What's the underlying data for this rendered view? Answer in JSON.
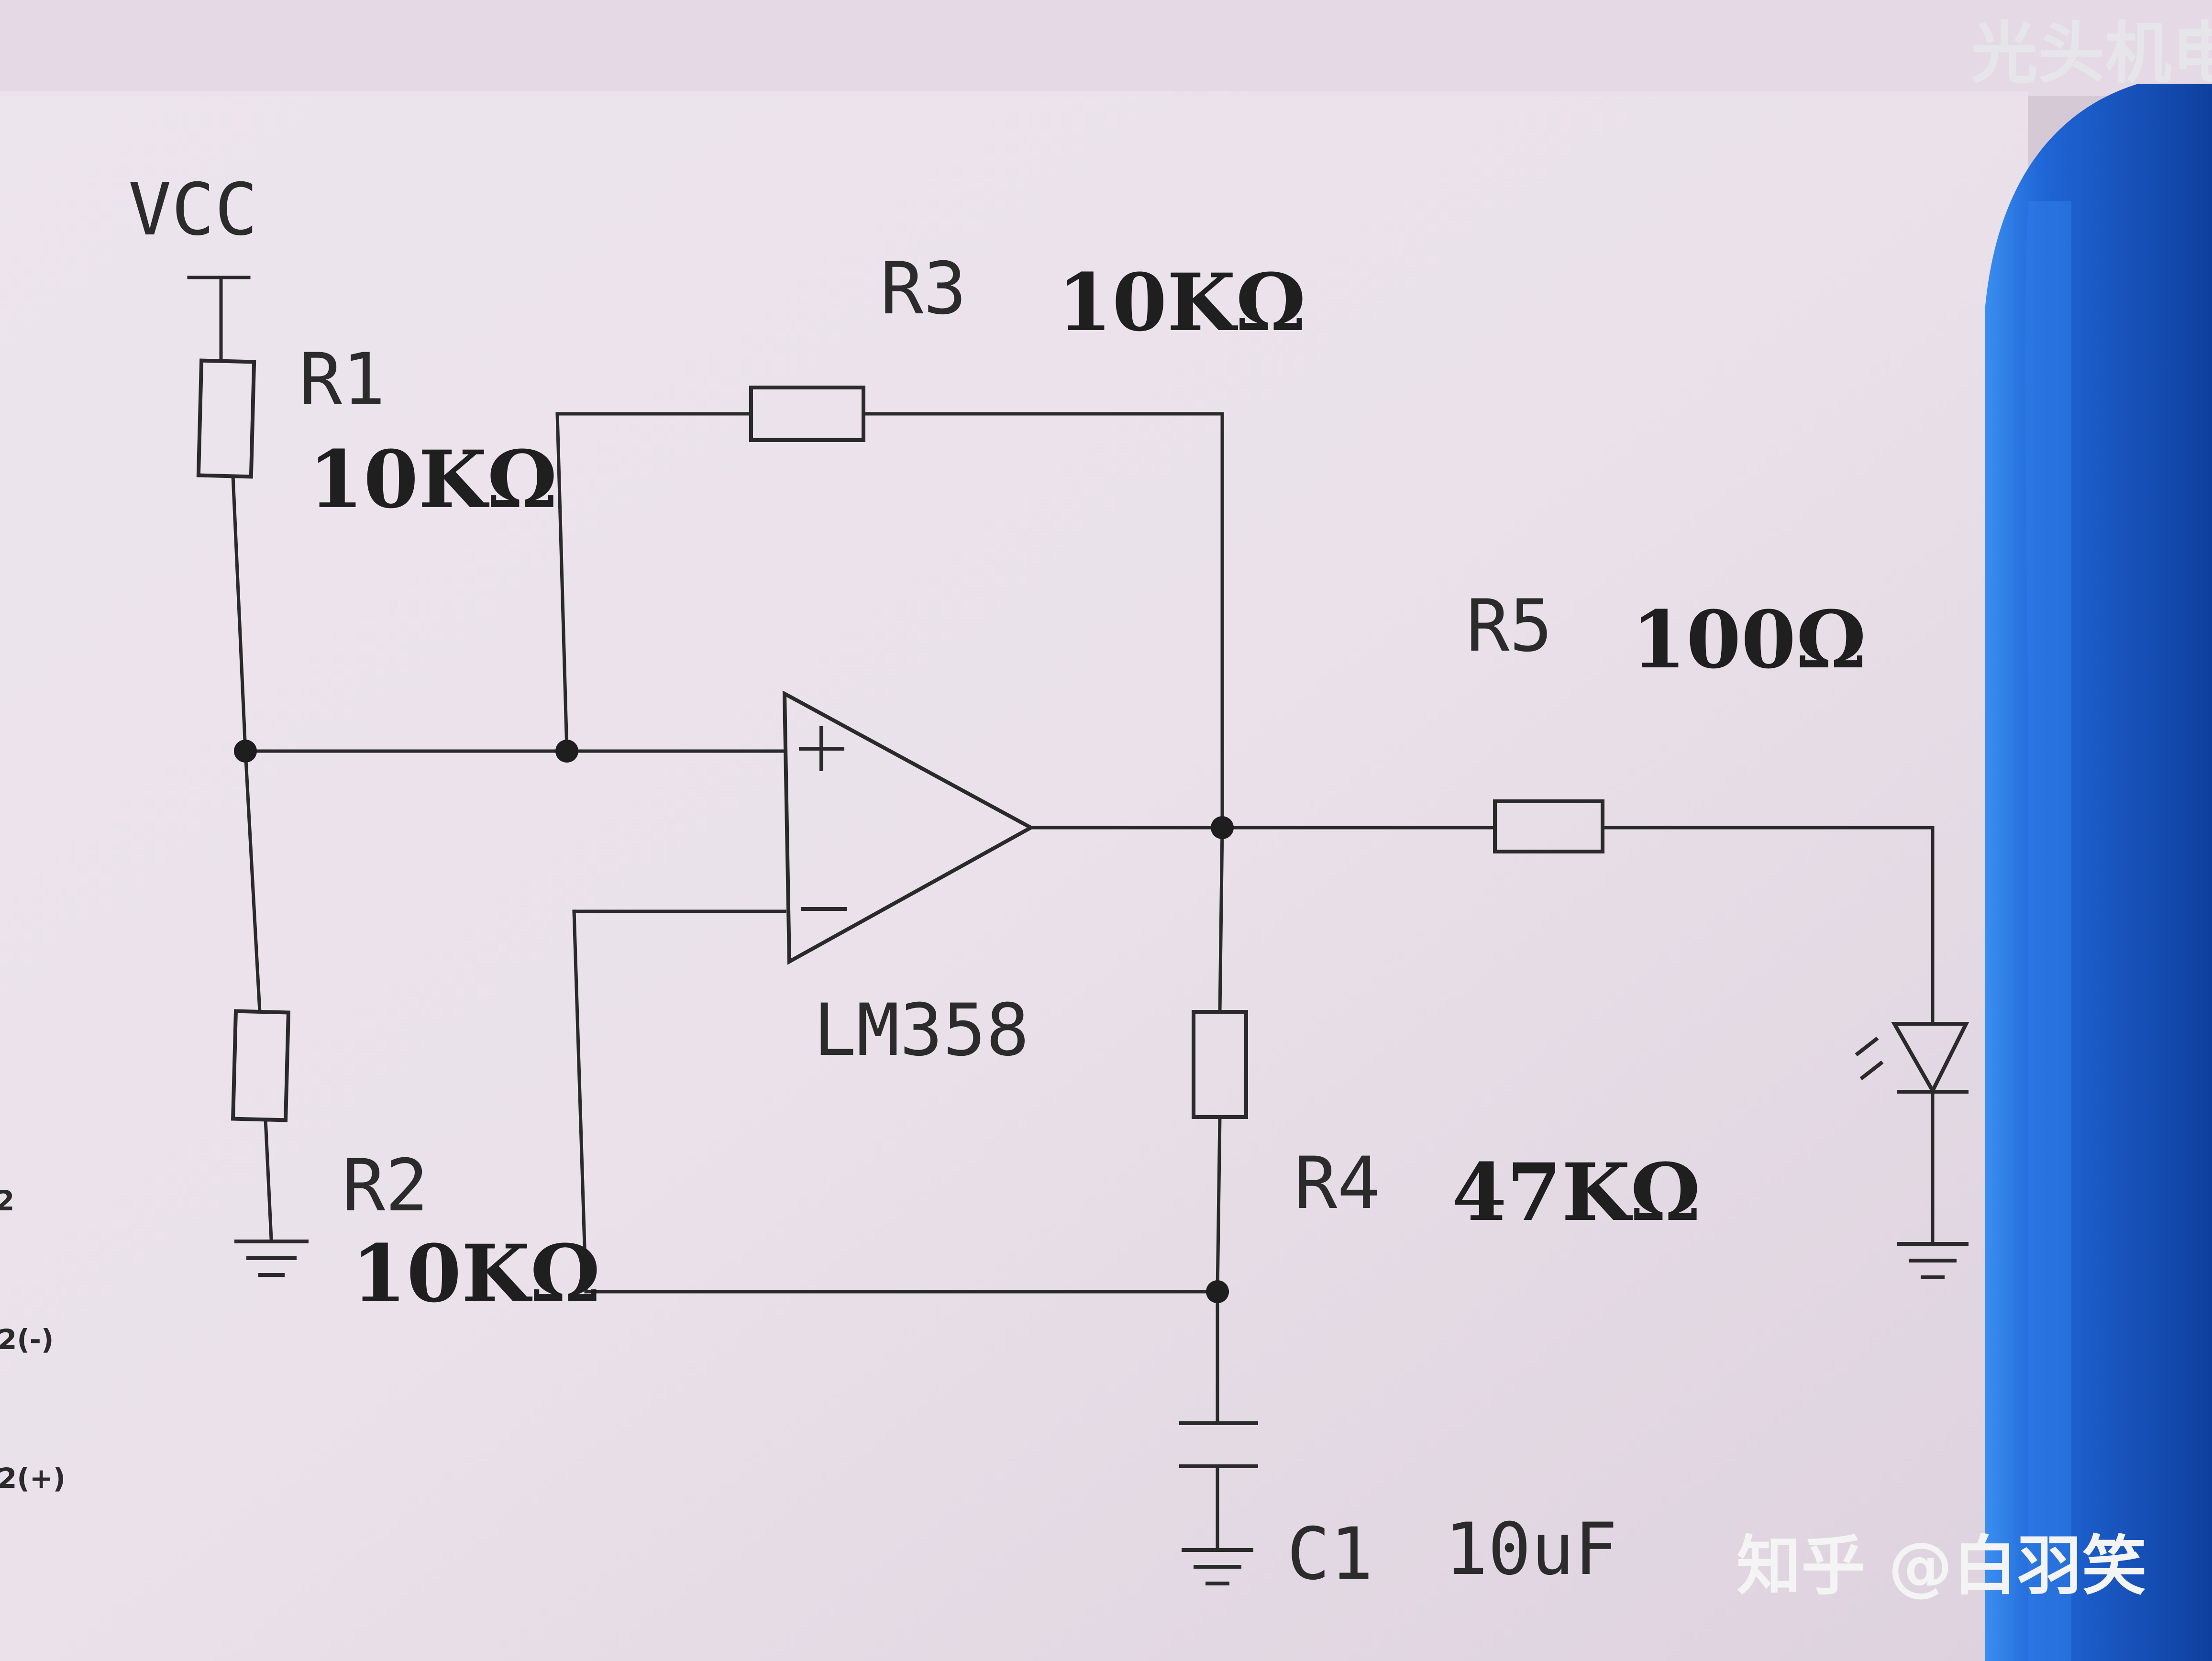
{
  "watermark": {
    "top_right": "光头机电",
    "bottom_right": "知乎 @白羽笑"
  },
  "side_labels": [
    "2",
    "2(-)",
    "2(+)"
  ],
  "power": {
    "label": "VCC"
  },
  "opamp": {
    "label": "LM358",
    "plus": "+",
    "minus": "−"
  },
  "components": {
    "r1": {
      "name": "R1",
      "value": "10KΩ"
    },
    "r2": {
      "name": "R2",
      "value": "10KΩ"
    },
    "r3": {
      "name": "R3",
      "value": "10KΩ"
    },
    "r4": {
      "name": "R4",
      "value": "47KΩ"
    },
    "r5": {
      "name": "R5",
      "value": "100Ω"
    },
    "c1": {
      "name": "C1",
      "value": "10uF"
    }
  },
  "colors": {
    "paper": "#ece4ec",
    "ink": "#2a2a2a",
    "device_blue": "#1f66d6"
  }
}
